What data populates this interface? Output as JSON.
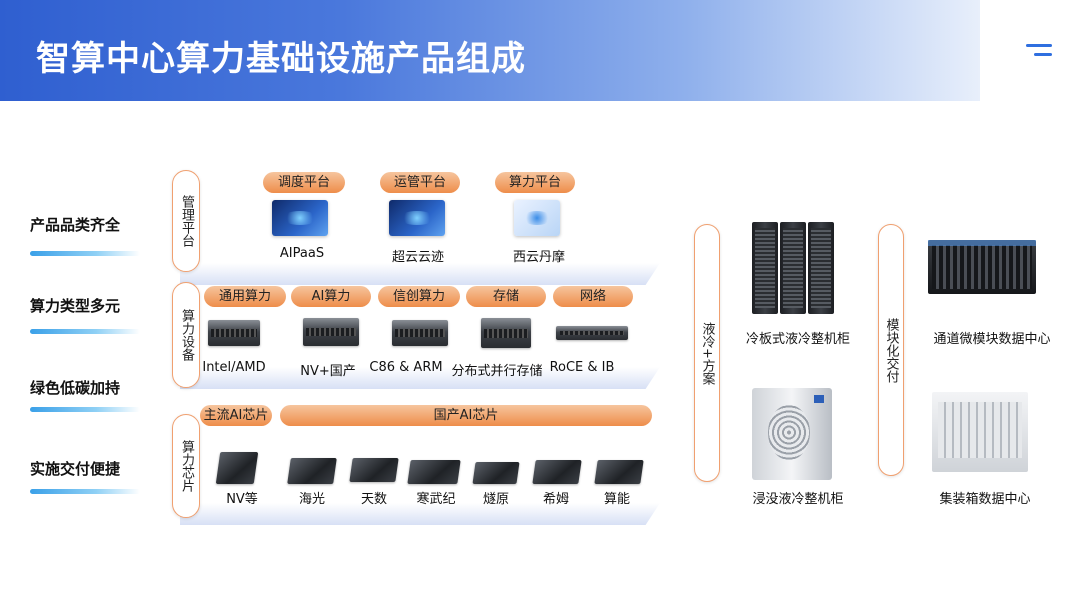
{
  "title": "智算中心算力基础设施产品组成",
  "features": [
    "产品品类齐全",
    "算力类型多元",
    "绿色低碳加持",
    "实施交付便捷"
  ],
  "layers": {
    "management": {
      "tab": "管理平台",
      "pills": [
        "调度平台",
        "运管平台",
        "算力平台"
      ],
      "labels": [
        "AIPaaS",
        "超云云迹",
        "西云丹摩"
      ]
    },
    "equipment": {
      "tab": "算力设备",
      "pills": [
        "通用算力",
        "AI算力",
        "信创算力",
        "存储",
        "网络"
      ],
      "labels": [
        "Intel/AMD",
        "NV+国产",
        "C86 & ARM",
        "分布式并行存储",
        "RoCE & IB"
      ]
    },
    "chips": {
      "tab": "算力芯片",
      "pills": [
        "主流AI芯片",
        "国产AI芯片"
      ],
      "labels": [
        "NV等",
        "海光",
        "天数",
        "寒武纪",
        "燧原",
        "希姆",
        "算能"
      ]
    }
  },
  "liquid_cooling": {
    "tab": "液冷+方案",
    "items": [
      "冷板式液冷整机柜",
      "浸没液冷整机柜"
    ]
  },
  "modular": {
    "tab": "模块化交付",
    "items": [
      "通道微模块数据中心",
      "集装箱数据中心"
    ]
  },
  "colors": {
    "accent": "#2f6fe0",
    "pill": "#ee8d4a",
    "feature_bar": "#3aa0e8"
  }
}
